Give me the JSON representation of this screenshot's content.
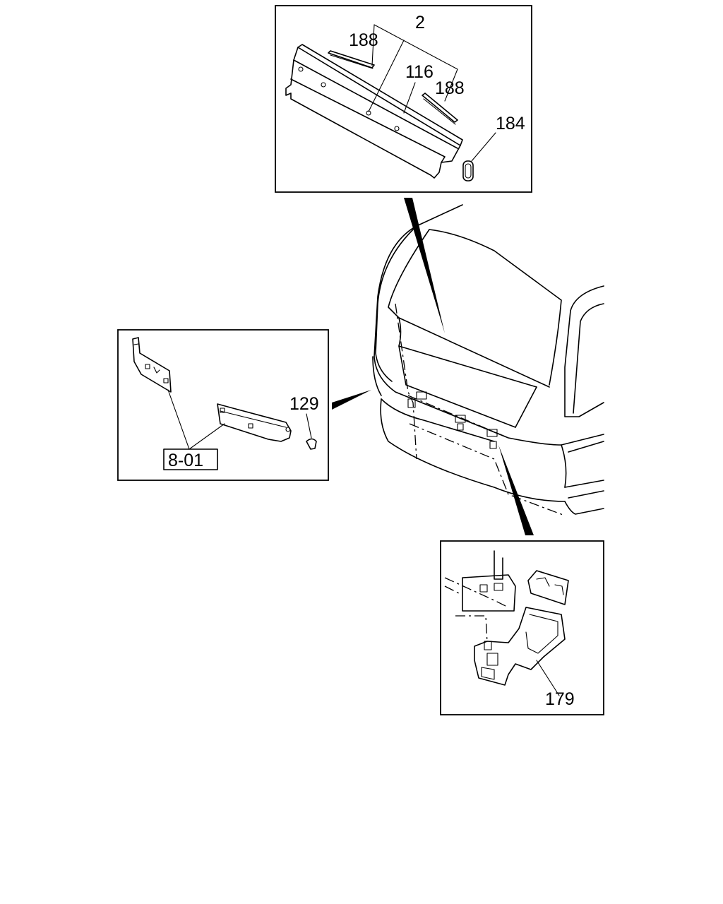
{
  "callouts": {
    "top_group": "2",
    "top_strip_left": "188",
    "top_panel": "116",
    "top_strip_right": "188",
    "top_grommet": "184",
    "left_clip": "129",
    "left_ref": "8-01",
    "right_latch": "179"
  }
}
